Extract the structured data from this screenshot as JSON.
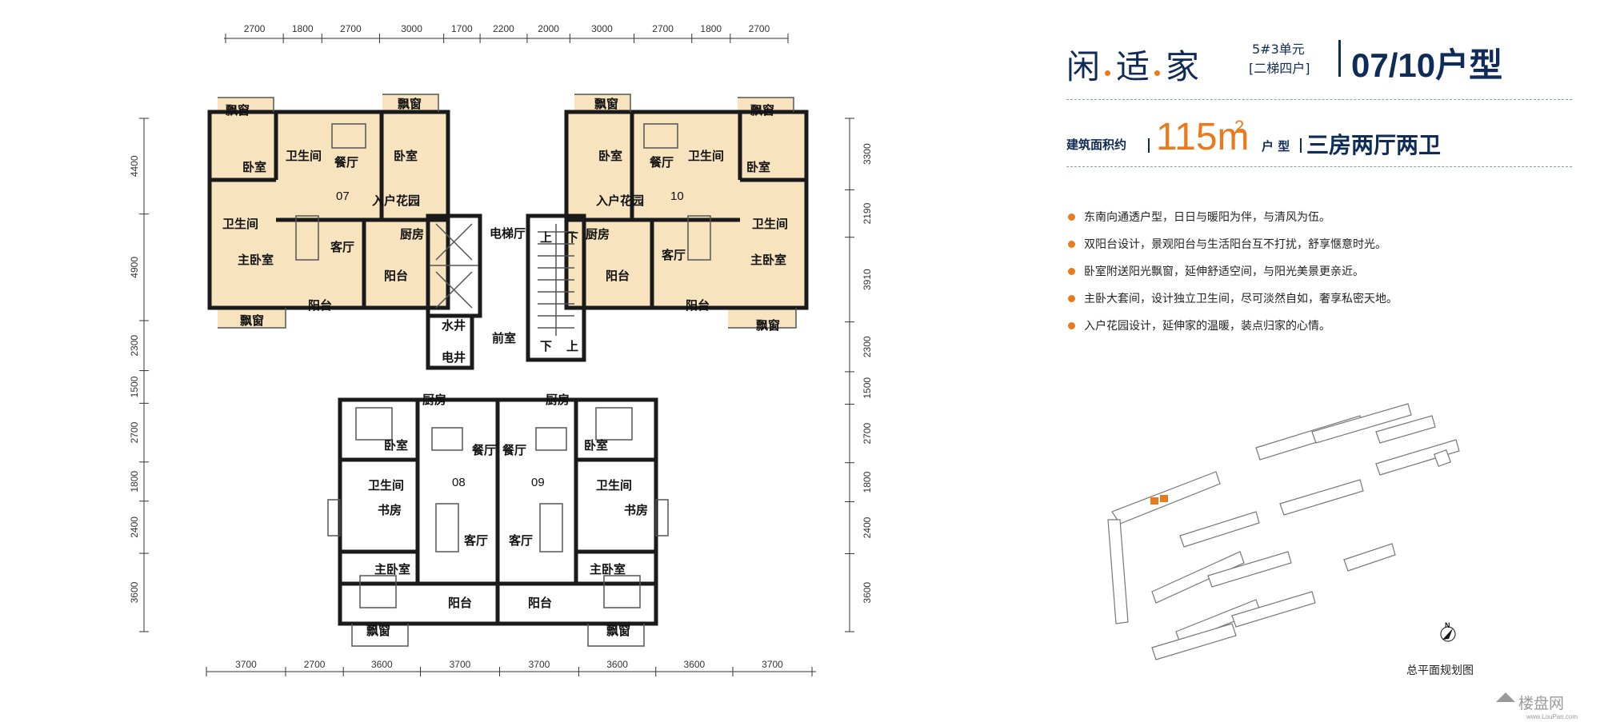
{
  "header": {
    "slogan_1": "闲",
    "slogan_2": "适",
    "slogan_3": "家",
    "unit_line1": "5#3单元",
    "unit_line2": "[二梯四户]",
    "type_code": "07/10户型",
    "area_label": "建筑面积约",
    "area_value": "115m",
    "area_sup": "2",
    "type_label": "户 型",
    "layout": "三房两厅两卫"
  },
  "features": [
    "东南向通透户型，日日与暖阳为伴，与清风为伍。",
    "双阳台设计，景观阳台与生活阳台互不打扰，舒享惬意时光。",
    "卧室附送阳光飘窗，延伸舒适空间，与阳光美景更亲近。",
    "主卧大套间，设计独立卫生间，尽可淡然自如，奢享私密天地。",
    "入户花园设计，延伸家的温暖，装点归家的心情。"
  ],
  "site_plan": {
    "caption": "总平面规划图",
    "north": "N"
  },
  "watermark": "楼盘网",
  "watermark_url": "www.LouPan.com",
  "dimensions": {
    "top": [
      "2700",
      "1800",
      "2700",
      "3000",
      "1700",
      "2200",
      "2000",
      "3000",
      "2700",
      "1800",
      "2700"
    ],
    "bottom": [
      "3700",
      "2700",
      "3600",
      "3700",
      "3700",
      "3600",
      "3600",
      "3700"
    ],
    "left": [
      "4400",
      "4900",
      "2300",
      "1500",
      "2700",
      "1800",
      "2400",
      "3600"
    ],
    "right": [
      "3300",
      "2190",
      "3910",
      "2300",
      "1500",
      "2700",
      "1800",
      "2400",
      "3600"
    ]
  },
  "units": {
    "u07": "07",
    "u10": "10",
    "u08": "08",
    "u09": "09"
  },
  "rooms": {
    "bay_window": "飘窗",
    "bedroom": "卧室",
    "bathroom": "卫生间",
    "dining": "餐厅",
    "garden": "入户花园",
    "kitchen": "厨房",
    "living": "客厅",
    "master": "主卧室",
    "balcony": "阳台",
    "elevator_hall": "电梯厅",
    "water_well": "水井",
    "front_room": "前室",
    "electric_well": "电井",
    "study": "书房",
    "up": "上",
    "down": "下"
  },
  "colors": {
    "accent": "#e87b1e",
    "navy": "#0f2b57",
    "plan_fill": "#f7e3bd",
    "wall": "#1a1a1a"
  }
}
